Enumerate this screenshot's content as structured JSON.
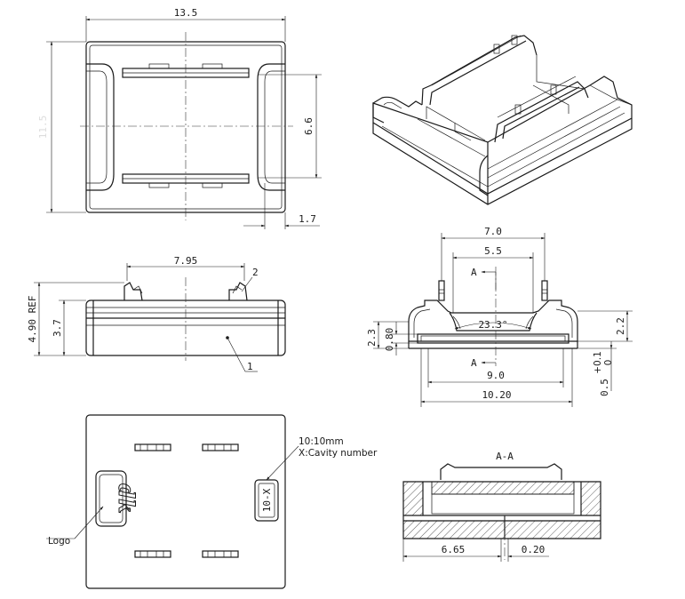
{
  "top_view": {
    "width_dim": "13.5",
    "height_dim": "11.5",
    "inner_dim": "6.6",
    "side_dim": "1.7"
  },
  "side_view": {
    "span_dim": "7.95",
    "callout_2": "2",
    "ref_height_dim": "4.90 REF",
    "body_height_dim": "3.7",
    "callout_1": "1"
  },
  "section_view": {
    "outer_dim": "7.0",
    "inner_dim": "5.5",
    "section_label_top": "A",
    "section_label_bottom": "A",
    "angle_dim": "23.3°",
    "left_height_dim": "2.3",
    "left_thickness_dim": "0.80",
    "right_height_dim": "2.2",
    "tolerance_upper": "+0.1",
    "tolerance_lower": "0",
    "tolerance_nominal": "0.5",
    "base_inner_dim": "9.0",
    "base_outer_dim": "10.20"
  },
  "bottom_view": {
    "cavity_note_line1": "10:10mm",
    "cavity_note_line2": "X:Cavity number",
    "cavity_marking": "10-X",
    "logo_label": "Logo",
    "logo_glyph": "dk"
  },
  "aa_section": {
    "title": "A-A",
    "left_dim": "6.65",
    "right_dim": "0.20"
  }
}
